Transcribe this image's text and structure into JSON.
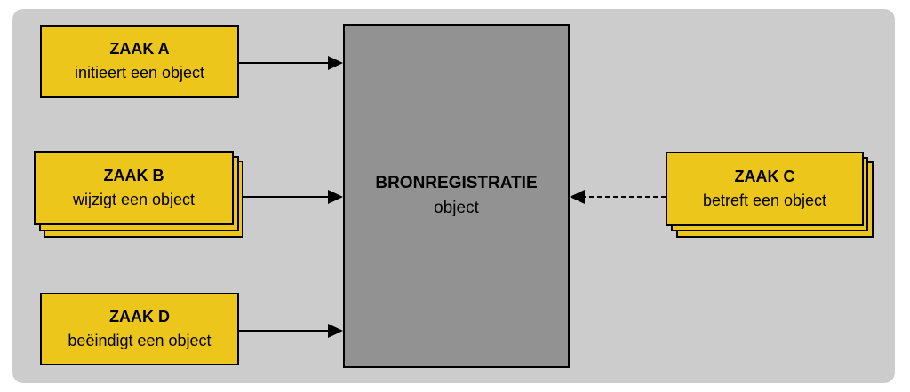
{
  "colors": {
    "background": "#cccccc",
    "case_box": "#edc61c",
    "registry_box": "#929292",
    "line": "#000000"
  },
  "registry": {
    "title": "BRONREGISTRATIE",
    "subtitle": "object"
  },
  "cases": [
    {
      "title": "ZAAK A",
      "subtitle": "initieert een object",
      "relation": "solid"
    },
    {
      "title": "ZAAK B",
      "subtitle": "wijzigt een object",
      "relation": "solid"
    },
    {
      "title": "ZAAK C",
      "subtitle": "betreft een object",
      "relation": "dashed"
    },
    {
      "title": "ZAAK D",
      "subtitle": "beëindigt een object",
      "relation": "solid"
    }
  ]
}
